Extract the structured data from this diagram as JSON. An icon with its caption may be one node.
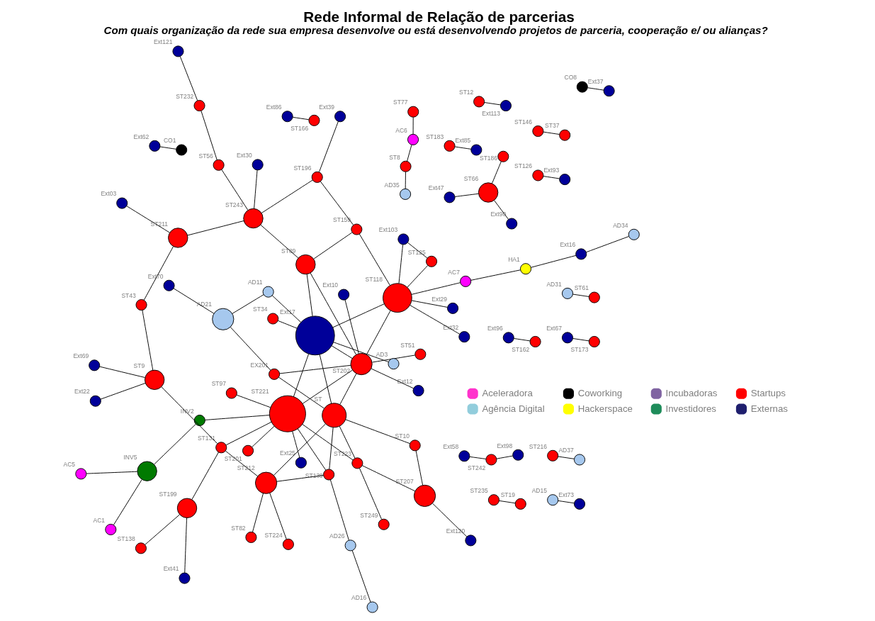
{
  "diagram": {
    "title": "Rede Informal de Relação de parcerias",
    "caption": "Com quais organização da rede sua empresa desenvolve ou está desenvolvendo projetos de parceria, cooperação e/ ou alianças?",
    "nodes": [
      {
        "text": [
          "AC5"
        ]
      },
      {
        "text": [
          "Ext96"
        ]
      },
      {
        "text": [
          "Ext41"
        ]
      },
      {
        "text": [
          "AC1"
        ]
      },
      {
        "text": [
          "ST138"
        ]
      },
      {
        "text": [
          "ST162"
        ]
      },
      {
        "text": [
          "AD16"
        ]
      },
      {
        "text": [
          "INV5"
        ]
      },
      {
        "text": [
          "ST199"
        ]
      },
      {
        "text": [
          "ST183"
        ]
      },
      {
        "text": [
          "Ext85"
        ]
      },
      {
        "text": [
          "Ext22"
        ]
      },
      {
        "text": [
          "AD26"
        ]
      },
      {
        "text": [
          "ST249"
        ]
      },
      {
        "text": [
          "ST126"
        ]
      },
      {
        "text": [
          "Ext69"
        ]
      },
      {
        "text": [
          "INV2"
        ]
      },
      {
        "text": [
          "ST224"
        ]
      },
      {
        "text": [
          "Ext93"
        ]
      },
      {
        "text": [
          "ST146"
        ]
      },
      {
        "text": [
          "Ext58"
        ]
      },
      {
        "text": [
          "ST9"
        ]
      },
      {
        "text": [
          "ST131"
        ]
      },
      {
        "text": [
          "ST139"
        ]
      },
      {
        "text": [
          "ST223"
        ]
      },
      {
        "text": [
          "ST235"
        ]
      },
      {
        "text": [
          "ST37"
        ]
      },
      {
        "text": [
          "ST97"
        ]
      },
      {
        "text": [
          "ST82"
        ]
      },
      {
        "text": [
          "Ext25"
        ]
      },
      {
        "text": [
          "ST221"
        ]
      },
      {
        "text": [
          "ST212"
        ]
      },
      {
        "text": [
          "ST207"
        ]
      },
      {
        "text": [
          "Ext120"
        ]
      },
      {
        "text": [
          "Ext98"
        ]
      },
      {
        "text": [
          "ST242"
        ]
      },
      {
        "text": [
          "ST201"
        ]
      },
      {
        "text": [
          "ST"
        ]
      },
      {
        "text": [
          "ST202"
        ]
      },
      {
        "text": [
          "ST43"
        ]
      },
      {
        "text": [
          "AD15"
        ]
      },
      {
        "text": [
          "ST19"
        ]
      },
      {
        "text": [
          "ST10"
        ]
      },
      {
        "text": [
          "Ext12"
        ]
      },
      {
        "text": [
          "EX201"
        ]
      },
      {
        "text": [
          "ST216"
        ]
      },
      {
        "text": [
          "Ext17"
        ]
      },
      {
        "text": [
          "AD3"
        ]
      },
      {
        "text": [
          "Ext10"
        ]
      },
      {
        "text": [
          "Ext73"
        ]
      },
      {
        "text": [
          "AD21"
        ]
      },
      {
        "text": [
          "AD11"
        ]
      },
      {
        "text": [
          "ST51"
        ]
      },
      {
        "text": [
          "ST89"
        ]
      },
      {
        "text": [
          "ST211"
        ]
      },
      {
        "text": [
          "AD37"
        ]
      },
      {
        "text": [
          "Ext47"
        ]
      },
      {
        "text": [
          "ST34"
        ]
      },
      {
        "text": [
          "Ext03"
        ]
      },
      {
        "text": [
          "ST118"
        ]
      },
      {
        "text": [
          "Ext70"
        ]
      },
      {
        "text": [
          "ST243"
        ]
      },
      {
        "text": [
          "ST66"
        ]
      },
      {
        "text": [
          "Ext90"
        ]
      },
      {
        "text": [
          "Ext86"
        ]
      },
      {
        "text": [
          "ST159"
        ]
      },
      {
        "text": [
          "ST196"
        ]
      },
      {
        "text": [
          "Ext30"
        ]
      },
      {
        "text": [
          "ST186"
        ]
      },
      {
        "text": [
          "Ext32"
        ]
      },
      {
        "text": [
          "ST166"
        ]
      },
      {
        "text": [
          "ST125"
        ]
      },
      {
        "text": [
          "Ext29"
        ]
      },
      {
        "text": [
          "Ext103"
        ]
      },
      {
        "text": [
          "AC7"
        ]
      },
      {
        "text": [
          "Ext67"
        ]
      },
      {
        "text": [
          "ST56"
        ]
      },
      {
        "text": [
          "ST173"
        ]
      },
      {
        "text": [
          "Ext39"
        ]
      },
      {
        "text": [
          "AD31"
        ]
      },
      {
        "text": [
          "ST8"
        ]
      },
      {
        "text": [
          "ST12"
        ]
      },
      {
        "text": [
          "AC6"
        ]
      },
      {
        "text": [
          "AD35"
        ]
      },
      {
        "text": [
          "Ext113"
        ]
      },
      {
        "text": [
          "ST61"
        ]
      },
      {
        "text": [
          "ST232"
        ]
      },
      {
        "text": [
          "ST77"
        ]
      },
      {
        "text": [
          "HA1"
        ]
      },
      {
        "text": [
          "Ext62"
        ]
      },
      {
        "text": [
          "CO8"
        ]
      },
      {
        "text": [
          "CO1"
        ]
      },
      {
        "text": [
          "Ext37"
        ]
      },
      {
        "text": [
          "Ext121"
        ]
      },
      {
        "text": [
          "Ext16"
        ]
      },
      {
        "text": [
          "AD34"
        ]
      }
    ],
    "edges": [
      {
        "from": 1,
        "to": 5,
        "arrow": "none"
      },
      {
        "from": 9,
        "to": 10,
        "arrow": "none"
      },
      {
        "from": 14,
        "to": 18,
        "arrow": "none"
      },
      {
        "from": 19,
        "to": 26,
        "arrow": "none"
      },
      {
        "from": 20,
        "to": 35,
        "arrow": "none"
      },
      {
        "from": 35,
        "to": 34,
        "arrow": "none"
      },
      {
        "from": 25,
        "to": 41,
        "arrow": "none"
      },
      {
        "from": 40,
        "to": 49,
        "arrow": "none"
      },
      {
        "from": 45,
        "to": 55,
        "arrow": "none"
      },
      {
        "from": 56,
        "to": 62,
        "arrow": "none"
      },
      {
        "from": 62,
        "to": 63,
        "arrow": "none"
      },
      {
        "from": 62,
        "to": 68,
        "arrow": "none"
      },
      {
        "from": 64,
        "to": 70,
        "arrow": "none"
      },
      {
        "from": 75,
        "to": 77,
        "arrow": "none"
      },
      {
        "from": 81,
        "to": 84,
        "arrow": "none"
      },
      {
        "from": 83,
        "to": 80,
        "arrow": "none"
      },
      {
        "from": 80,
        "to": 82,
        "arrow": "none"
      },
      {
        "from": 82,
        "to": 87,
        "arrow": "none"
      },
      {
        "from": 93,
        "to": 86,
        "arrow": "none"
      },
      {
        "from": 86,
        "to": 76,
        "arrow": "none"
      },
      {
        "from": 76,
        "to": 61,
        "arrow": "none"
      },
      {
        "from": 58,
        "to": 54,
        "arrow": "none"
      },
      {
        "from": 54,
        "to": 39,
        "arrow": "none"
      },
      {
        "from": 39,
        "to": 21,
        "arrow": "none"
      },
      {
        "from": 54,
        "to": 61,
        "arrow": "none"
      },
      {
        "from": 21,
        "to": 15,
        "arrow": "none"
      },
      {
        "from": 21,
        "to": 11,
        "arrow": "none"
      },
      {
        "from": 21,
        "to": 22,
        "arrow": "none"
      },
      {
        "from": 22,
        "to": 8,
        "arrow": "none"
      },
      {
        "from": 8,
        "to": 4,
        "arrow": "none"
      },
      {
        "from": 8,
        "to": 2,
        "arrow": "none"
      },
      {
        "from": 3,
        "to": 7,
        "arrow": "none"
      },
      {
        "from": 0,
        "to": 7,
        "arrow": "none"
      },
      {
        "from": 7,
        "to": 16,
        "arrow": "none"
      },
      {
        "from": 16,
        "to": 30,
        "arrow": "none"
      },
      {
        "from": 22,
        "to": 30,
        "arrow": "none"
      },
      {
        "from": 22,
        "to": 31,
        "arrow": "none"
      },
      {
        "from": 27,
        "to": 30,
        "arrow": "none"
      },
      {
        "from": 29,
        "to": 30,
        "arrow": "none"
      },
      {
        "from": 36,
        "to": 30,
        "arrow": "none"
      },
      {
        "from": 30,
        "to": 46,
        "arrow": "none"
      },
      {
        "from": 30,
        "to": 38,
        "arrow": "none"
      },
      {
        "from": 30,
        "to": 23,
        "arrow": "none"
      },
      {
        "from": 30,
        "to": 24,
        "arrow": "none"
      },
      {
        "from": 12,
        "to": 23,
        "arrow": "none"
      },
      {
        "from": 6,
        "to": 12,
        "arrow": "none"
      },
      {
        "from": 23,
        "to": 31,
        "arrow": "none"
      },
      {
        "from": 23,
        "to": 37,
        "arrow": "none"
      },
      {
        "from": 24,
        "to": 13,
        "arrow": "none"
      },
      {
        "from": 24,
        "to": 37,
        "arrow": "none"
      },
      {
        "from": 24,
        "to": 32,
        "arrow": "none"
      },
      {
        "from": 17,
        "to": 31,
        "arrow": "none"
      },
      {
        "from": 31,
        "to": 28,
        "arrow": "none"
      },
      {
        "from": 31,
        "to": 37,
        "arrow": "none"
      },
      {
        "from": 38,
        "to": 43,
        "arrow": "none"
      },
      {
        "from": 38,
        "to": 37,
        "arrow": "none"
      },
      {
        "from": 38,
        "to": 44,
        "arrow": "none"
      },
      {
        "from": 38,
        "to": 48,
        "arrow": "none"
      },
      {
        "from": 38,
        "to": 52,
        "arrow": "none"
      },
      {
        "from": 38,
        "to": 46,
        "arrow": "none"
      },
      {
        "from": 38,
        "to": 59,
        "arrow": "none"
      },
      {
        "from": 53,
        "to": 38,
        "arrow": "none"
      },
      {
        "from": 37,
        "to": 42,
        "arrow": "none"
      },
      {
        "from": 37,
        "to": 44,
        "arrow": "none"
      },
      {
        "from": 37,
        "to": 46,
        "arrow": "none"
      },
      {
        "from": 32,
        "to": 33,
        "arrow": "none"
      },
      {
        "from": 32,
        "to": 42,
        "arrow": "none"
      },
      {
        "from": 44,
        "to": 50,
        "arrow": "none"
      },
      {
        "from": 46,
        "to": 47,
        "arrow": "none"
      },
      {
        "from": 46,
        "to": 53,
        "arrow": "none"
      },
      {
        "from": 46,
        "to": 59,
        "arrow": "none"
      },
      {
        "from": 46,
        "to": 57,
        "arrow": "none"
      },
      {
        "from": 46,
        "to": 51,
        "arrow": "none"
      },
      {
        "from": 51,
        "to": 50,
        "arrow": "none"
      },
      {
        "from": 50,
        "to": 60,
        "arrow": "none"
      },
      {
        "from": 59,
        "to": 65,
        "arrow": "none"
      },
      {
        "from": 59,
        "to": 69,
        "arrow": "none"
      },
      {
        "from": 59,
        "to": 71,
        "arrow": "none"
      },
      {
        "from": 59,
        "to": 73,
        "arrow": "none"
      },
      {
        "from": 71,
        "to": 73,
        "arrow": "none"
      },
      {
        "from": 59,
        "to": 72,
        "arrow": "none"
      },
      {
        "from": 59,
        "to": 74,
        "arrow": "none"
      },
      {
        "from": 53,
        "to": 61,
        "arrow": "none"
      },
      {
        "from": 53,
        "to": 65,
        "arrow": "none"
      },
      {
        "from": 65,
        "to": 66,
        "arrow": "none"
      },
      {
        "from": 66,
        "to": 61,
        "arrow": "none"
      },
      {
        "from": 66,
        "to": 78,
        "arrow": "none"
      },
      {
        "from": 61,
        "to": 67,
        "arrow": "none"
      },
      {
        "from": 74,
        "to": 88,
        "arrow": "none"
      },
      {
        "from": 88,
        "to": 94,
        "arrow": "none"
      },
      {
        "from": 94,
        "to": 95,
        "arrow": "none"
      },
      {
        "from": 90,
        "to": 92,
        "arrow": "none"
      },
      {
        "from": 91,
        "to": 89,
        "arrow": "none"
      },
      {
        "from": 85,
        "to": 79,
        "arrow": "none"
      }
    ],
    "legend": [
      {
        "text": "Aceleradora",
        "color": "#ff33cc"
      },
      {
        "text": "Coworking",
        "color": "#000000"
      },
      {
        "text": "Incubadoras",
        "color": "#8064a2"
      },
      {
        "text": "Startups",
        "color": "#ff0000"
      },
      {
        "text": "Agência Digital",
        "color": "#92cddc"
      },
      {
        "text": "Hackerspace",
        "color": "#ffff00"
      },
      {
        "text": "Investidores",
        "color": "#1e8c5a"
      },
      {
        "text": "Externas",
        "color": "#1f1f6e"
      }
    ]
  }
}
